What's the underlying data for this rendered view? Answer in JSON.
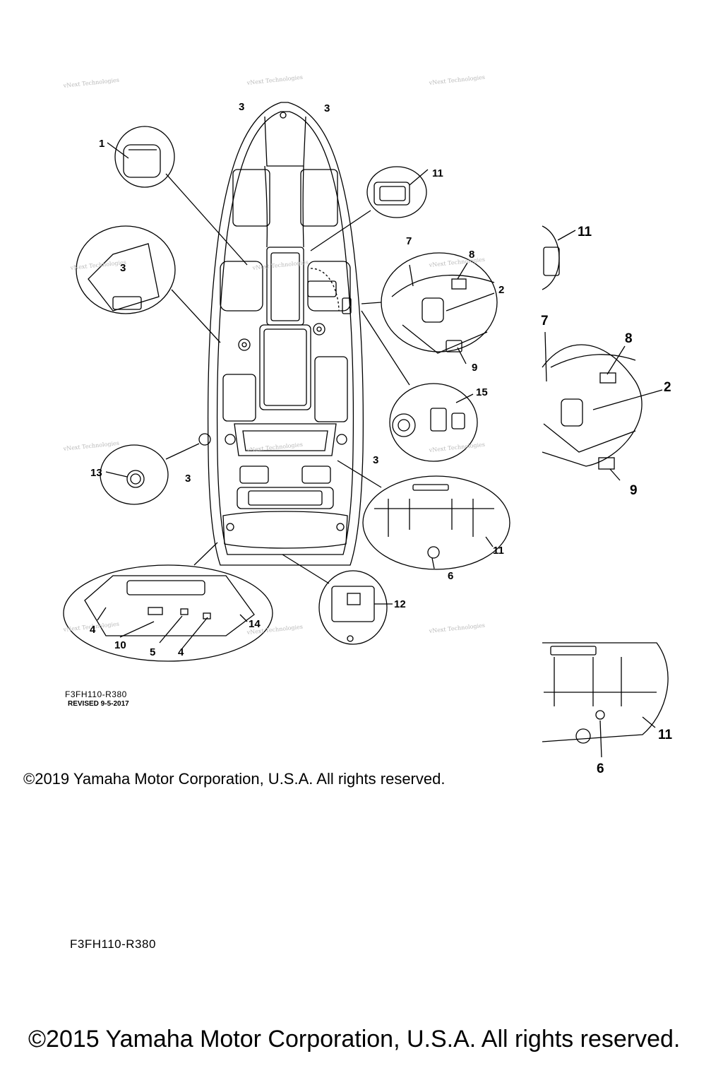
{
  "watermark_text": "vNext Technologies",
  "callouts": {
    "c1": "1",
    "c2": "2",
    "c3": "3",
    "c4": "4",
    "c5": "5",
    "c6": "6",
    "c7": "7",
    "c8": "8",
    "c9": "9",
    "c10": "10",
    "c11": "11",
    "c12": "12",
    "c13": "13",
    "c14": "14",
    "c15": "15"
  },
  "reference": {
    "drawing_code": "F3FH110-R380",
    "revised": "REVISED 9-5-2017",
    "drawing_code_2": "F3FH110-R380"
  },
  "copyright": {
    "line1": "©2019 Yamaha Motor Corporation, U.S.A. All rights reserved.",
    "line2": "©2015 Yamaha Motor Corporation, U.S.A. All rights reserved."
  }
}
